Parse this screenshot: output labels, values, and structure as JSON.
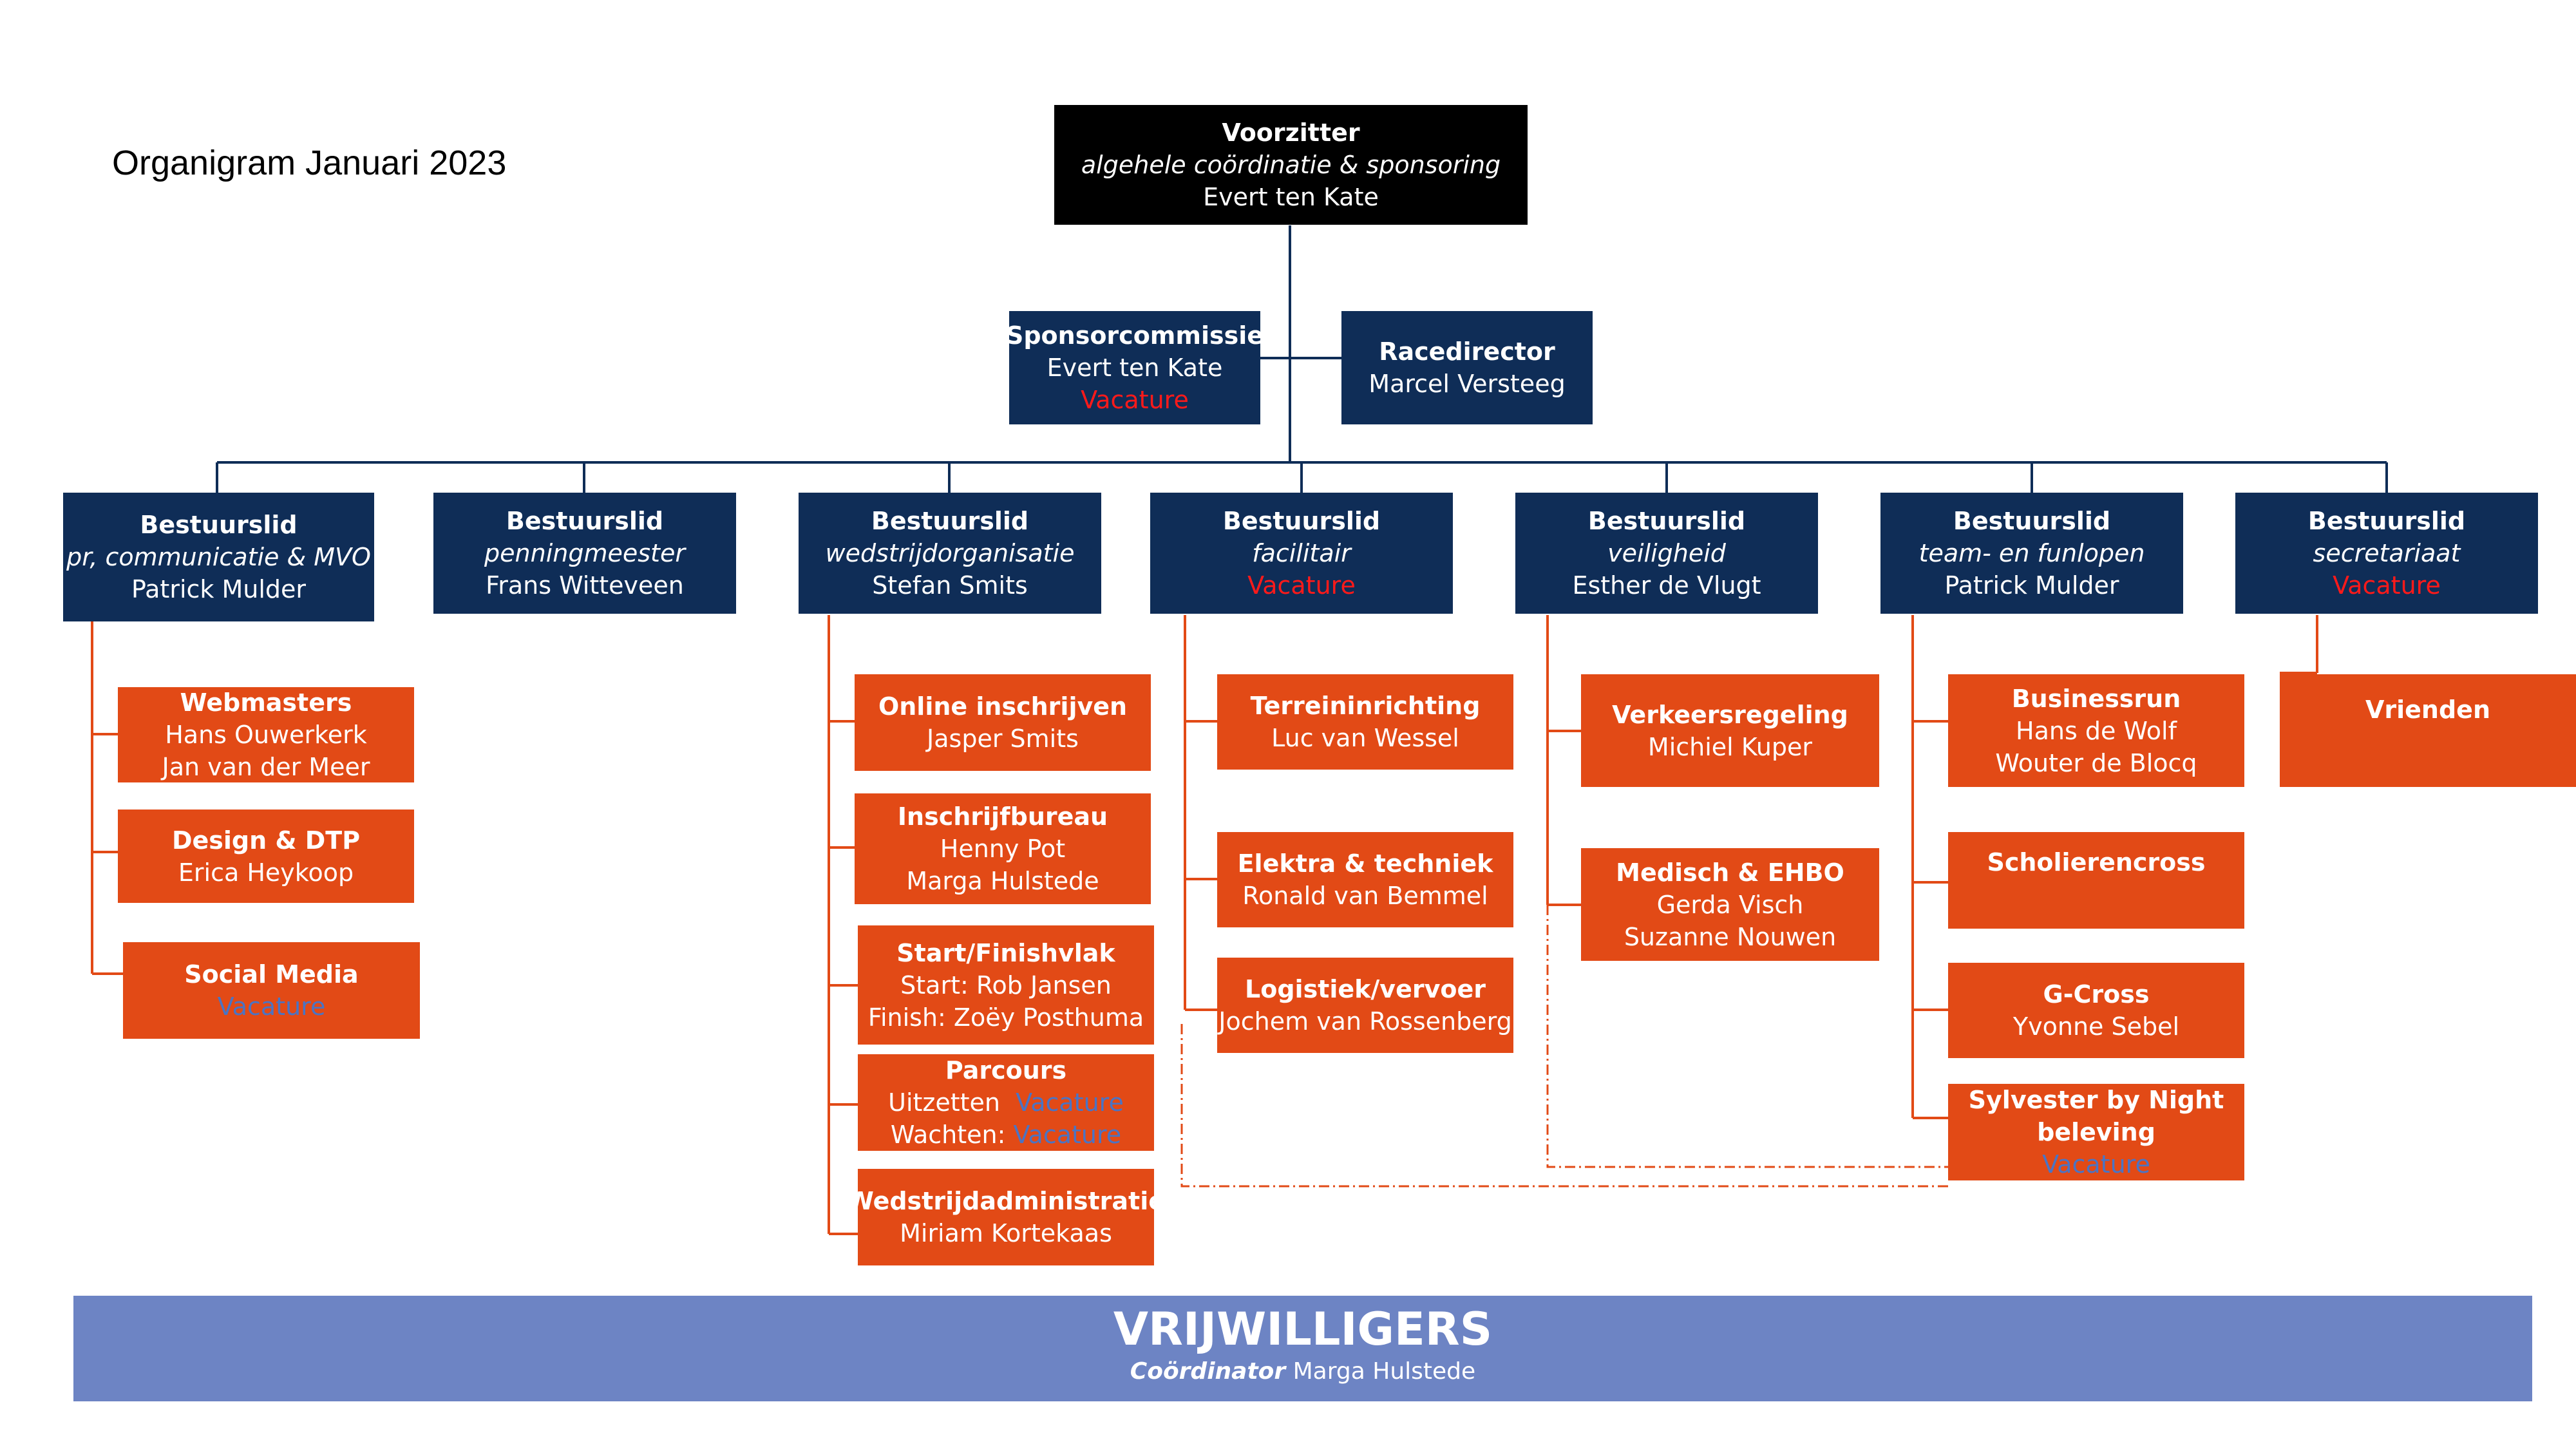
{
  "title": "Organigram Januari 2023",
  "chair": {
    "title": "Voorzitter",
    "subtitle": "algehele coördinatie & sponsoring",
    "name": "Evert ten Kate"
  },
  "sponsor": {
    "title": "Sponsorcommissie",
    "name": "Evert ten Kate",
    "vacancy": "Vacature"
  },
  "racedirector": {
    "title": "Racedirector",
    "name": "Marcel Versteeg"
  },
  "board": [
    {
      "title": "Bestuurslid",
      "subtitle": "pr, communicatie & MVO",
      "name": "Patrick Mulder",
      "vacancy": ""
    },
    {
      "title": "Bestuurslid",
      "subtitle": "penningmeester",
      "name": "Frans Witteveen",
      "vacancy": ""
    },
    {
      "title": "Bestuurslid",
      "subtitle": "wedstrijdorganisatie",
      "name": "Stefan Smits",
      "vacancy": ""
    },
    {
      "title": "Bestuurslid",
      "subtitle": "facilitair",
      "name": "",
      "vacancy": "Vacature"
    },
    {
      "title": "Bestuurslid",
      "subtitle": "veiligheid",
      "name": "Esther de Vlugt",
      "vacancy": ""
    },
    {
      "title": "Bestuurslid",
      "subtitle": "team- en funlopen",
      "name": "Patrick Mulder",
      "vacancy": ""
    },
    {
      "title": "Bestuurslid",
      "subtitle": "secretariaat",
      "name": "",
      "vacancy": "Vacature"
    }
  ],
  "committees": {
    "col1": [
      {
        "title": "Webmasters",
        "line1": "Hans Ouwerkerk",
        "line2": "Jan van der Meer"
      },
      {
        "title": "Design & DTP",
        "line1": "Erica Heykoop"
      },
      {
        "title": "Social Media",
        "vacancy": "Vacature"
      }
    ],
    "col3": [
      {
        "title": "Online inschrijven",
        "line1": "Jasper Smits"
      },
      {
        "title": "Inschrijfbureau",
        "line1": "Henny Pot",
        "line2": "Marga Hulstede"
      },
      {
        "title": "Start/Finishvlak",
        "line1": "Start: Rob Jansen",
        "line2": "Finish: Zoëy Posthuma"
      },
      {
        "title": "Parcours",
        "label1": "Uitzetten",
        "label2": "Wachten:",
        "vacancy": "Vacature"
      },
      {
        "title": "Wedstrijdadministratie",
        "line1": "Miriam Kortekaas"
      }
    ],
    "col4": [
      {
        "title": "Terreininrichting",
        "line1": "Luc van Wessel"
      },
      {
        "title": "Elektra & techniek",
        "line1": "Ronald van Bemmel"
      },
      {
        "title": "Logistiek/vervoer",
        "line1": "Jochem van Rossenberg"
      }
    ],
    "col5": [
      {
        "title": "Verkeersregeling",
        "line1": "Michiel Kuper"
      },
      {
        "title": "Medisch & EHBO",
        "line1": "Gerda Visch",
        "line2": "Suzanne Nouwen"
      }
    ],
    "col6": [
      {
        "title": "Businessrun",
        "line1": "Hans de Wolf",
        "line2": "Wouter de Blocq"
      },
      {
        "title": "Scholierencross"
      },
      {
        "title": "G-Cross",
        "line1": "Yvonne Sebel"
      },
      {
        "title": "Sylvester by Night",
        "title2": "beleving",
        "vacancy": "Vacature"
      }
    ],
    "col7": [
      {
        "title": "Vrienden"
      }
    ]
  },
  "volunteers": {
    "title": "VRIJWILLIGERS",
    "role": "Coördinator",
    "name": "Marga Hulstede"
  },
  "colors": {
    "navy": "#0f2d57",
    "orange": "#e24a16",
    "black": "#000000",
    "volunteers": "#6d84c4",
    "vacancy_red": "#ff1a1a",
    "vacancy_blue": "#4a74c4"
  }
}
